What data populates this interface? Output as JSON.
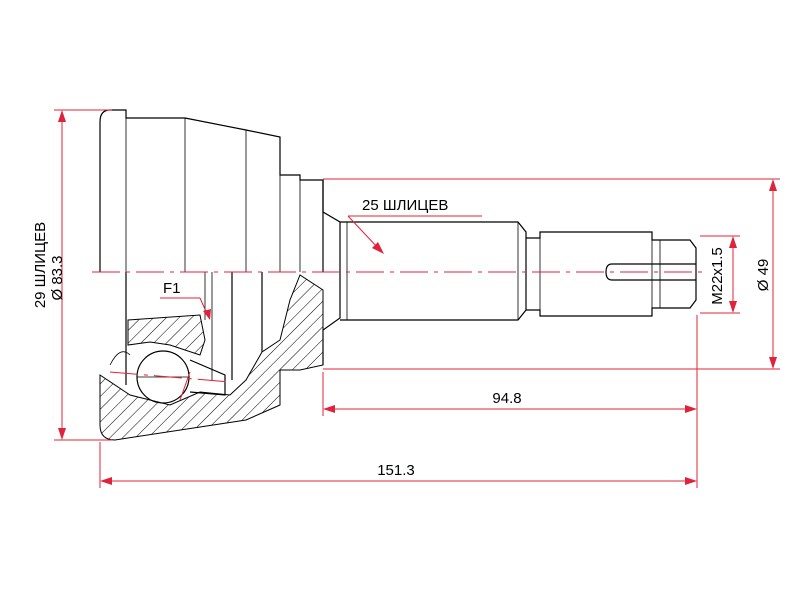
{
  "drawing": {
    "splines_outer_label": "29 ШЛИЦЕВ",
    "outer_diameter_label": "Ø 83.3",
    "splines_shaft_label": "25 ШЛИЦЕВ",
    "feature_label": "F1",
    "thread_label": "M22x1.5",
    "seal_diameter_label": "Ø 49",
    "shaft_length_label": "94.8",
    "total_length_label": "151.3"
  },
  "colors": {
    "dimension_lines": "#e0233a",
    "outline": "#000000"
  }
}
